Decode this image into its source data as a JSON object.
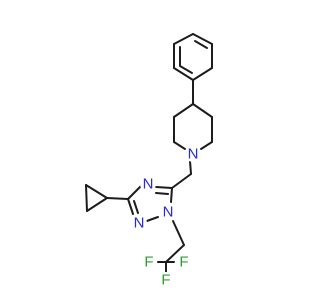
{
  "molecule": {
    "atoms": {
      "n_piperidine": {
        "symbol": "N",
        "color": "#2a2ad6"
      },
      "n_triazole_4": {
        "symbol": "N",
        "color": "#2a2ad6"
      },
      "n_triazole_1": {
        "symbol": "N",
        "color": "#2a2ad6"
      },
      "n_triazole_2": {
        "symbol": "N",
        "color": "#2a2ad6"
      },
      "f_1": {
        "symbol": "F",
        "color": "#2ca02c"
      },
      "f_2": {
        "symbol": "F",
        "color": "#2ca02c"
      },
      "f_3": {
        "symbol": "F",
        "color": "#2ca02c"
      }
    },
    "bond_color": "#1c1c1c",
    "background": "#ffffff"
  }
}
